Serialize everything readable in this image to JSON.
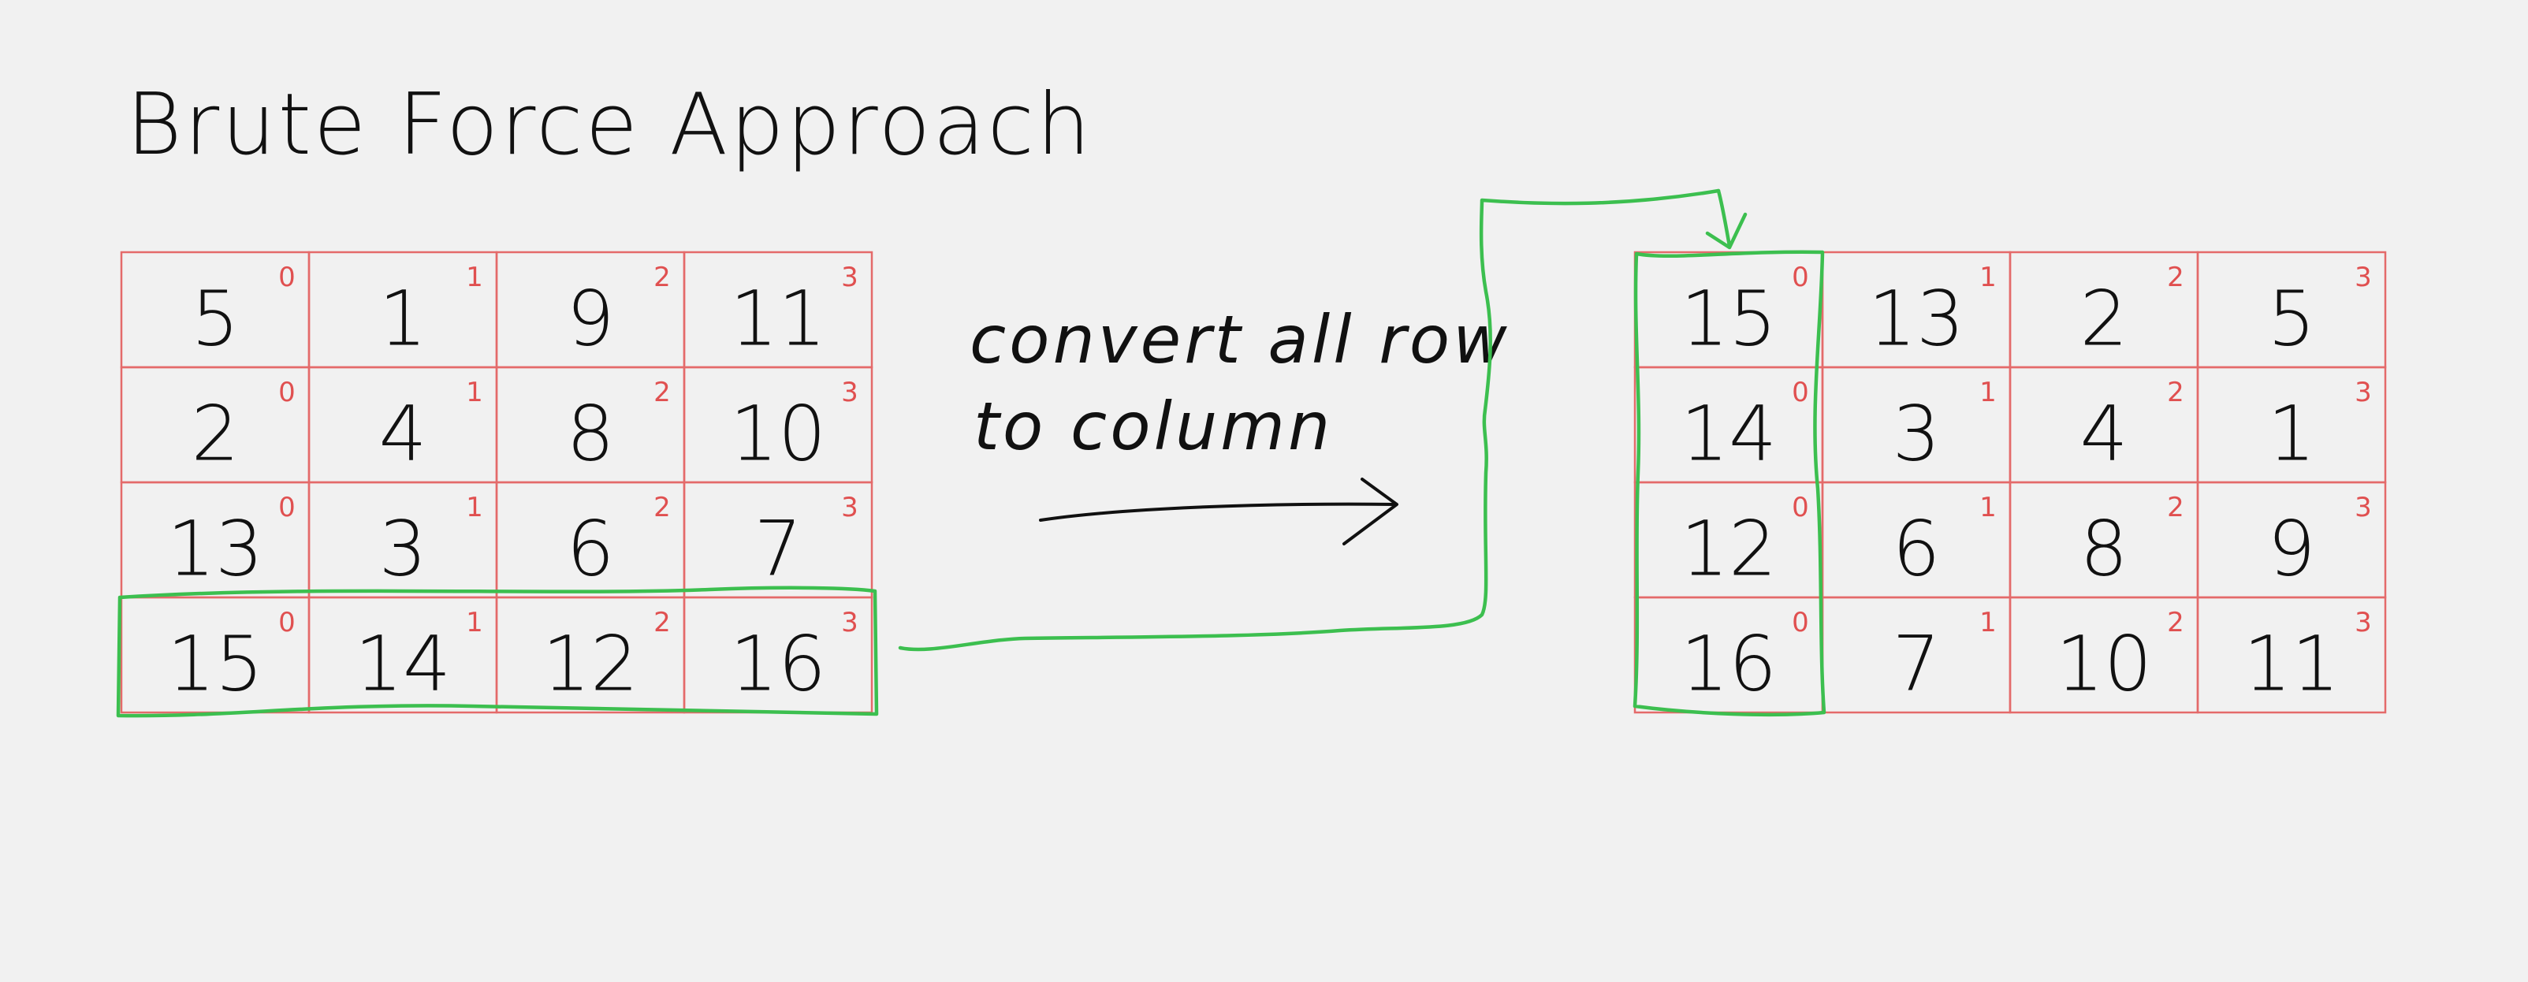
{
  "title": "Brute Force Approach",
  "note": {
    "line1": "convert all row",
    "line2": "to column"
  },
  "left_matrix": {
    "rows": [
      [
        {
          "v": "5",
          "i": "0"
        },
        {
          "v": "1",
          "i": "1"
        },
        {
          "v": "9",
          "i": "2"
        },
        {
          "v": "11",
          "i": "3"
        }
      ],
      [
        {
          "v": "2",
          "i": "0"
        },
        {
          "v": "4",
          "i": "1"
        },
        {
          "v": "8",
          "i": "2"
        },
        {
          "v": "10",
          "i": "3"
        }
      ],
      [
        {
          "v": "13",
          "i": "0"
        },
        {
          "v": "3",
          "i": "1"
        },
        {
          "v": "6",
          "i": "2"
        },
        {
          "v": "7",
          "i": "3"
        }
      ],
      [
        {
          "v": "15",
          "i": "0"
        },
        {
          "v": "14",
          "i": "1"
        },
        {
          "v": "12",
          "i": "2"
        },
        {
          "v": "16",
          "i": "3"
        }
      ]
    ],
    "highlighted_row": 3
  },
  "right_matrix": {
    "rows": [
      [
        {
          "v": "15",
          "i": "0"
        },
        {
          "v": "13",
          "i": "1"
        },
        {
          "v": "2",
          "i": "2"
        },
        {
          "v": "5",
          "i": "3"
        }
      ],
      [
        {
          "v": "14",
          "i": "0"
        },
        {
          "v": "3",
          "i": "1"
        },
        {
          "v": "4",
          "i": "2"
        },
        {
          "v": "1",
          "i": "3"
        }
      ],
      [
        {
          "v": "12",
          "i": "0"
        },
        {
          "v": "6",
          "i": "1"
        },
        {
          "v": "8",
          "i": "2"
        },
        {
          "v": "9",
          "i": "3"
        }
      ],
      [
        {
          "v": "16",
          "i": "0"
        },
        {
          "v": "7",
          "i": "1"
        },
        {
          "v": "10",
          "i": "2"
        },
        {
          "v": "11",
          "i": "3"
        }
      ]
    ],
    "highlighted_column": 0
  },
  "colors": {
    "background": "#f1f1f1",
    "grid": "#e46a6a",
    "index": "#e05050",
    "highlight": "#3cbf4f",
    "ink": "#111111"
  }
}
